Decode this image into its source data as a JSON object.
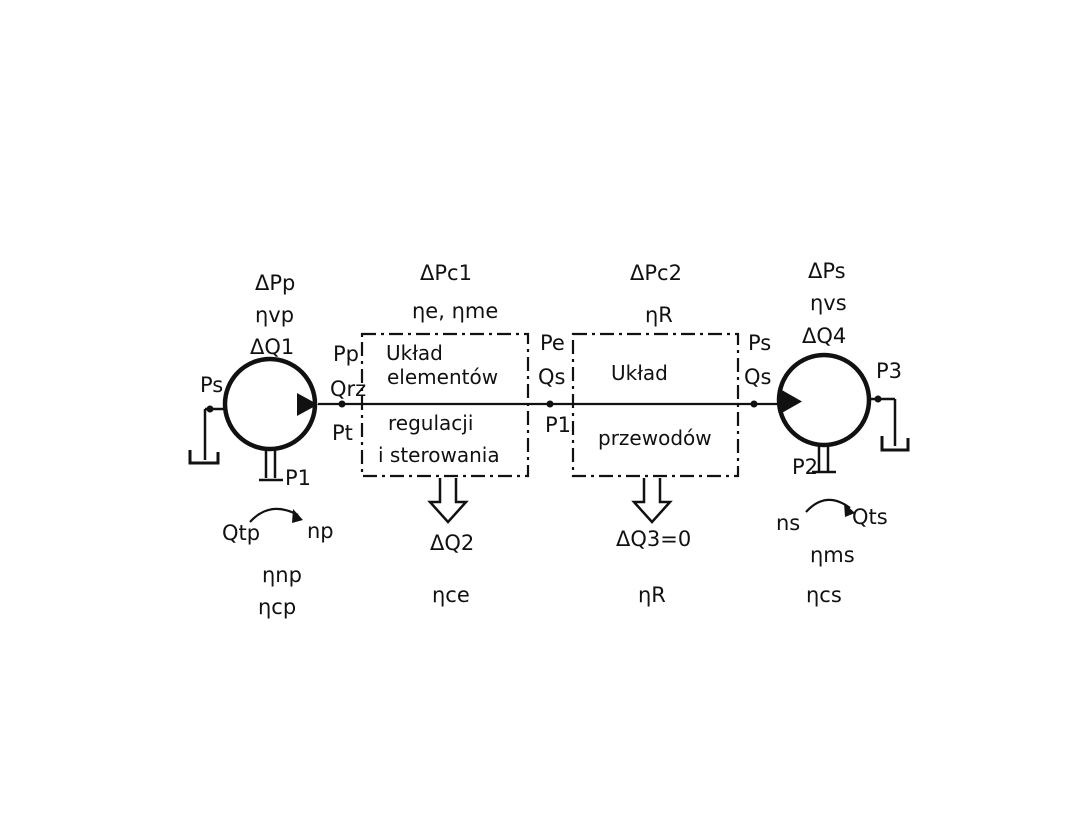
{
  "pump": {
    "top_labels": [
      "ΔPp",
      "ηvp",
      "ΔQ1"
    ],
    "left_label": "Ps",
    "right_top_label": "Pp",
    "right_mid_label": "Qrz",
    "right_low_label": "Pt",
    "shaft_label": "P1",
    "rot_left": "Qtp",
    "rot_right": "np",
    "bottom_labels": [
      "ηnp",
      "ηcp"
    ]
  },
  "block1": {
    "top_labels": [
      "ΔPc1",
      "ηe, ηme"
    ],
    "lines": [
      "Układ",
      "elementów",
      "regulacji",
      "i sterowania"
    ],
    "drain_label": "ΔQ2",
    "eff_label": "ηce"
  },
  "junction": {
    "top_label": "Pe",
    "mid_label": "Qs",
    "low_label": "P1"
  },
  "block2": {
    "top_labels": [
      "ΔPc2",
      "ηR"
    ],
    "lines": [
      "Układ",
      "przewodów"
    ],
    "drain_label": "ΔQ3=0",
    "eff_label": "ηR"
  },
  "motor": {
    "top_labels": [
      "ΔPs",
      "ηvs",
      "ΔQ4"
    ],
    "left_top_label": "Ps",
    "left_mid_label": "Qs",
    "right_label": "P3",
    "shaft_label": "P2",
    "rot_left": "ns",
    "rot_right": "Qts",
    "bottom_labels": [
      "ηms",
      "ηcs"
    ]
  }
}
